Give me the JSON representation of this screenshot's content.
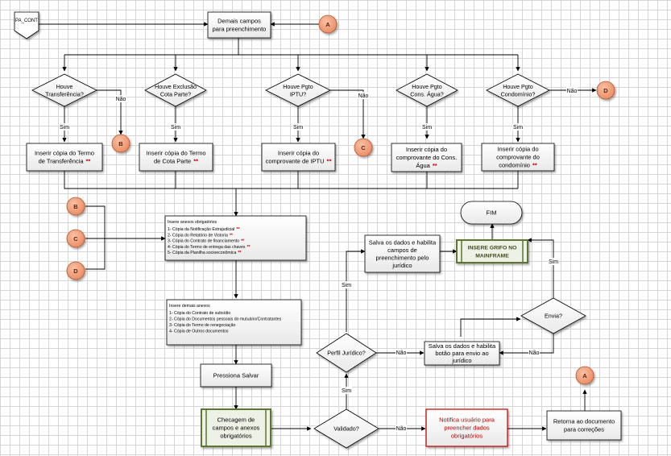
{
  "nodes": {
    "pa_cont": "PA_CONT",
    "demais_campos": [
      "Demais campos",
      "para preenchimento"
    ],
    "conn_a_top": "A",
    "d_transferencia": [
      "Houve",
      "Transferência?"
    ],
    "d_exclusao": [
      "Houve Exclusão",
      "Cota Parte?"
    ],
    "d_iptu": [
      "Houve Pgto",
      "IPTU?"
    ],
    "d_agua": [
      "Houve Pgto",
      "Cons. Água?"
    ],
    "d_condominio": [
      "Houve Pgto",
      "Condomínio?"
    ],
    "conn_b": "B",
    "conn_c": "C",
    "conn_d": "D",
    "b_transferencia": [
      "Inserir cópia do Termo",
      "de Transferência"
    ],
    "b_cota": [
      "Inserir cópia do Termo",
      "de Cota Parte"
    ],
    "b_iptu": [
      "Inserir cópia do",
      "comprovante de IPTU"
    ],
    "b_agua": [
      "Inserir cópia do",
      "comprovante do Cons.",
      "Água"
    ],
    "b_condominio": [
      "Inserir cópia do",
      "comprovante do",
      "condomínio"
    ],
    "required_mark": "**",
    "anexos_obrig_title": "Insere anexos obrigatórios",
    "anexos_obrig": [
      "1- Cópia da Notificação Extrajudicial",
      "2- Cópia do Relatório de Vistoria",
      "3- Cópia do Contrato de financiamento",
      "4- Cópia do Termo de entrega das chaves",
      "5- Cópia da Planilha socioeconômica"
    ],
    "anexos_demais_title": "Insere demais anexos",
    "anexos_demais": [
      "1- Cópia do Contrato de subsídio",
      "2- Cópia do Documentos pessoais do mutuário/Contratantes",
      "3- Cópia do Termo de renegociação",
      "4- Cópia de Outros documentos"
    ],
    "pressiona_salvar": "Pressiona Salvar",
    "checagem": [
      "Checagem de",
      "campos e anexos",
      "obrigatórios"
    ],
    "validado": "Validado?",
    "notifica": [
      "Notifica usuário para",
      "preencher dados",
      "obrigatórios"
    ],
    "retorna": [
      "Retorna ao documento",
      "para correções"
    ],
    "conn_a_bottom": "A",
    "perfil": "Perfil Jurídico?",
    "salva_juridico": [
      "Salva os dados e habilita",
      "campos de",
      "preenchimento pelo",
      "jurídico"
    ],
    "salva_envio": [
      "Salva os dados e habilita",
      "botão para envio ao",
      "jurídico"
    ],
    "envia": "Envia?",
    "grifo": [
      "INSERE GRIFO NO",
      "MAINFRAME"
    ],
    "fim": "FIM"
  },
  "labels": {
    "sim": "Sim",
    "nao": "Não"
  },
  "colors": {
    "connector_fill": "#f3a07a",
    "connector_stroke": "#b5522a",
    "required_red": "#c00000",
    "notify_border": "#c00000",
    "highlight_border": "#5f7530",
    "line": "#000000"
  }
}
